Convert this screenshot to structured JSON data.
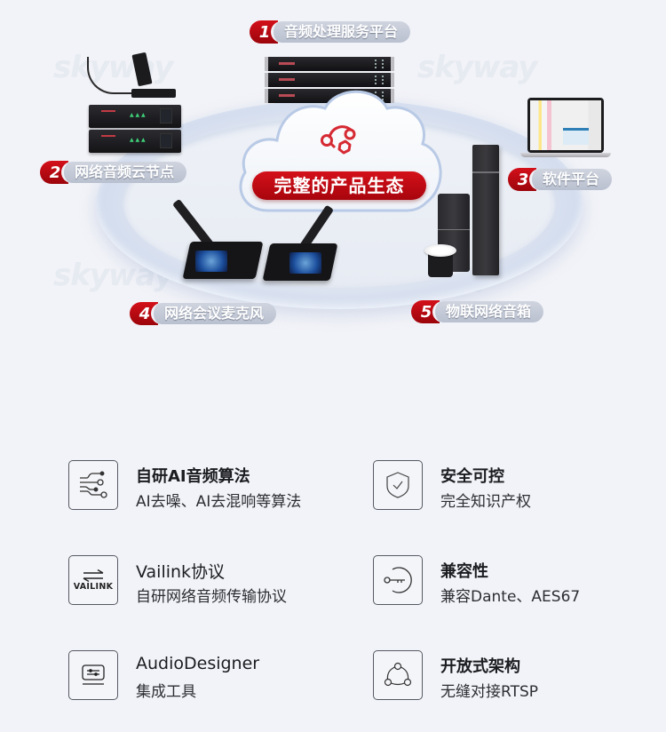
{
  "hero": {
    "center_title": "完整的产品生态",
    "center_icon": "hexagon-nodes-icon",
    "brand_watermark": "skyway",
    "accent_color": "#c1070f",
    "label_bg_color": "#c0c6d3",
    "labels": [
      {
        "num": "1",
        "text": "音频处理服务平台",
        "product": "rack-audio-processor"
      },
      {
        "num": "2",
        "text": "网络音频云节点",
        "product": "network-audio-node"
      },
      {
        "num": "3",
        "text": "软件平台",
        "product": "laptop-software"
      },
      {
        "num": "4",
        "text": "网络会议麦克风",
        "product": "conference-microphone"
      },
      {
        "num": "5",
        "text": "物联网络音箱",
        "product": "iot-speaker"
      }
    ]
  },
  "features": [
    {
      "title": "自研AI音频算法",
      "desc": "AI去噪、AI去混响等算法",
      "icon": "circuit-nodes-icon"
    },
    {
      "title": "安全可控",
      "desc": "完全知识产权",
      "icon": "shield-check-icon"
    },
    {
      "title": "Vailink协议",
      "desc": "自研网络音频传输协议",
      "icon": "vailink-arrows-icon",
      "icon_text": "VAILINK"
    },
    {
      "title": "兼容性",
      "desc": "兼容Dante、AES67",
      "icon": "key-circle-icon"
    },
    {
      "title": "AudioDesigner",
      "desc": "集成工具",
      "icon": "sliders-screen-icon"
    },
    {
      "title": "开放式架构",
      "desc": "无缝对接RTSP",
      "icon": "share-nodes-icon"
    }
  ]
}
